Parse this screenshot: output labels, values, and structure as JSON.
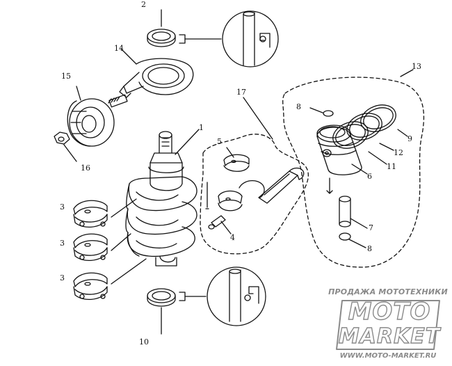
{
  "callouts": [
    {
      "id": "1",
      "text": "1"
    },
    {
      "id": "2",
      "text": "2"
    },
    {
      "id": "3a",
      "text": "3"
    },
    {
      "id": "3b",
      "text": "3"
    },
    {
      "id": "3c",
      "text": "3"
    },
    {
      "id": "4",
      "text": "4"
    },
    {
      "id": "5",
      "text": "5"
    },
    {
      "id": "6",
      "text": "6"
    },
    {
      "id": "7",
      "text": "7"
    },
    {
      "id": "8a",
      "text": "8"
    },
    {
      "id": "8b",
      "text": "8"
    },
    {
      "id": "9",
      "text": "9"
    },
    {
      "id": "10",
      "text": "10"
    },
    {
      "id": "11",
      "text": "11"
    },
    {
      "id": "12",
      "text": "12"
    },
    {
      "id": "13",
      "text": "13"
    },
    {
      "id": "14",
      "text": "14"
    },
    {
      "id": "15",
      "text": "15"
    },
    {
      "id": "16",
      "text": "16"
    },
    {
      "id": "17",
      "text": "17"
    }
  ],
  "watermark": {
    "top": "ПРОДАЖА МОТОТЕХНИКИ",
    "logo_line1": "MOTO",
    "logo_line2": "MARKET",
    "url": "WWW.MOTO-MARKET.RU"
  },
  "colors": {
    "line": "#111111",
    "watermark": "#8a8a8a",
    "background": "#ffffff"
  }
}
